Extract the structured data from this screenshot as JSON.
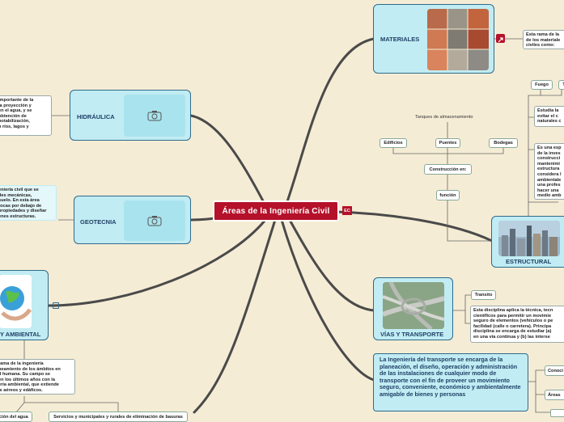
{
  "center": {
    "title": "Áreas de la Ingeniería Civil",
    "badge": "EC"
  },
  "main_topics": {
    "materiales": "MATERIALES",
    "hidraulica": "HIDRÁULICA",
    "geotecnia": "GEOTECNIA",
    "ambiental": "Y AMBIENTAL",
    "estructural": "ESTRUCTURAL",
    "vias": "VÍAS Y TRANSPORTE"
  },
  "notes": {
    "materiales": "Esta rama de la\nde los materiale\nciviles como:",
    "hidraulica": "importante de la\nla proyección y\nen el agua, y se\nobtención de\npotabilización,\nn ríos, lagos y",
    "geotecnia": "eniería civil que se\ndes mecánicas,\nsuelo. En esta área\nrocas por debajo de\npropiedades y diseñar\nenes estructuras.",
    "ambiental": "rama de la ingeniería\nneamiento de los ámbitos en\nd humana. Su campo se\nen los últimos años con la\nería ambiental, que extiende\nis aéreos y edáficos.",
    "estudia": "Estudia la\nevitar el c\nnaturales c",
    "es_una": "Es una esp\nde la inves\nconstrucci\nmantenimi\nestructura\nconsidera l\nambientale\nuna profes\nhacer una\nmedio amb",
    "disciplina": "Esta disciplina aplica la técnica, tecn\ncientíficos para permitir un movimie\nseguro de elementos (vehículos o pe\nfacilidad (calle o carretera). Principa\ndisciplina se encarga de estudiar (a)\nen una vía continua y (b) las interse",
    "transporte": "La Ingeniería del transporte se encarga de la planeación, el diseño, operación y administración de las instalaciones de cualquier modo de transporte con el fin de proveer un movimiento seguro, conveniente, económico y ambientalmente amigable de bienes y personas"
  },
  "tags": {
    "fuego": "Fuego",
    "t": "T",
    "tanques": "Tanques de almacenamiento",
    "edificios": "Edificios",
    "puentes": "Puentes",
    "bodegas": "Bodegas",
    "construccion": "Construcción en:",
    "funcion": "función",
    "transito": "Transito",
    "conoc": "Conoci",
    "areas": "Áreas",
    "servicios": "Servicios y municipales y rurales de eliminación de basuras",
    "agua": "ción del agua"
  },
  "colors": {
    "center": "#b5112a",
    "topic_fill": "#c1ecf3",
    "topic_border": "#2e6b8b",
    "background": "#f5ecd5",
    "branch": "#4a4a4a"
  }
}
